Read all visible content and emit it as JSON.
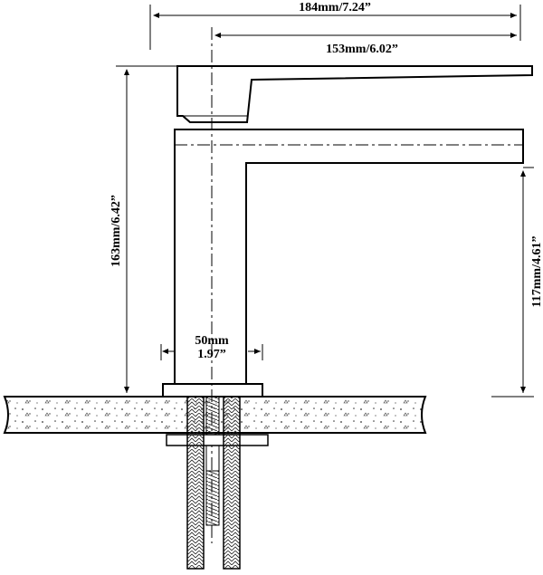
{
  "dimensions": {
    "overall_width": "184mm/7.24”",
    "spout_reach": "153mm/6.02”",
    "total_height": "163mm/6.42”",
    "spout_height": "117mm/4.61”",
    "base_diameter_mm": "50mm",
    "base_diameter_in": "1.97”"
  }
}
